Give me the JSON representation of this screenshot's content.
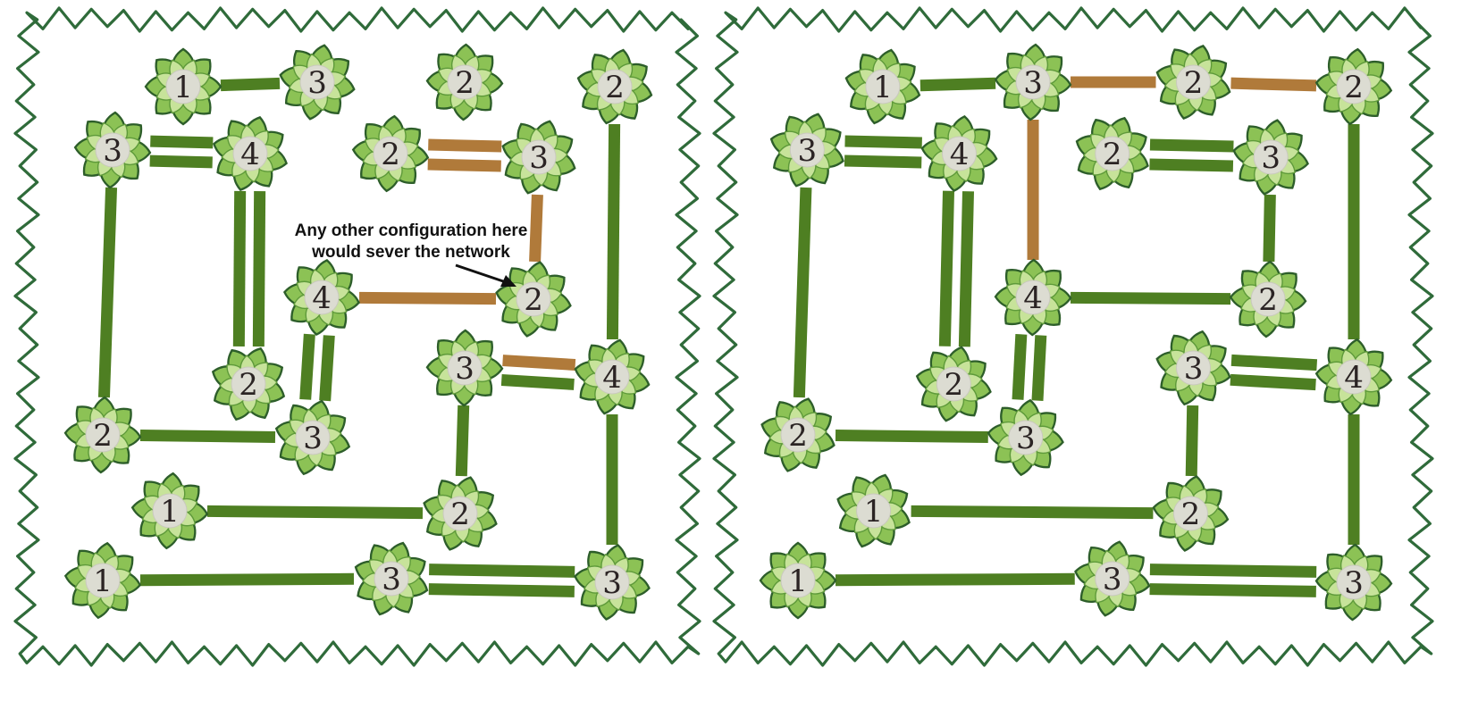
{
  "colors": {
    "background": "#ffffff",
    "border": "#2f6b3a",
    "bridge_green": "#4e7f22",
    "bridge_brown": "#b07a3a",
    "petal_outer": "#8cc255",
    "petal_inner": "#c7e39a",
    "petal_edge": "#2d5e2a",
    "center": "#dcdcd2",
    "number": "#2b2424",
    "annotation": "#111111"
  },
  "icons": {
    "node": "flower-node-icon",
    "border": "zigzag-grass-border-icon",
    "arrow": "arrow-icon"
  },
  "annotation": {
    "line1": "Any other configuration here",
    "line2": "would sever the network"
  },
  "panels": [
    {
      "name": "left-puzzle-panel",
      "nodes": [
        {
          "id": "a",
          "num": "1"
        },
        {
          "id": "b",
          "num": "3"
        },
        {
          "id": "c",
          "num": "2"
        },
        {
          "id": "d",
          "num": "2"
        },
        {
          "id": "e",
          "num": "3"
        },
        {
          "id": "f",
          "num": "4"
        },
        {
          "id": "g",
          "num": "2"
        },
        {
          "id": "h",
          "num": "3"
        },
        {
          "id": "i",
          "num": "4"
        },
        {
          "id": "j",
          "num": "2"
        },
        {
          "id": "k",
          "num": "2"
        },
        {
          "id": "l",
          "num": "3"
        },
        {
          "id": "m",
          "num": "4"
        },
        {
          "id": "n",
          "num": "2"
        },
        {
          "id": "o",
          "num": "3"
        },
        {
          "id": "p",
          "num": "1"
        },
        {
          "id": "q",
          "num": "2"
        },
        {
          "id": "r",
          "num": "1"
        },
        {
          "id": "s",
          "num": "3"
        },
        {
          "id": "t",
          "num": "3"
        }
      ],
      "bridges": [
        {
          "from": "a",
          "to": "b",
          "count": 1,
          "color": "green"
        },
        {
          "from": "e",
          "to": "f",
          "count": 2,
          "color": "green"
        },
        {
          "from": "g",
          "to": "h",
          "count": 1,
          "color": "brown"
        },
        {
          "from": "g",
          "to": "h",
          "count": 1,
          "color": "brown",
          "lane": 1
        },
        {
          "from": "h",
          "to": "k",
          "count": 1,
          "color": "brown"
        },
        {
          "from": "i",
          "to": "k",
          "count": 1,
          "color": "brown"
        },
        {
          "from": "d",
          "to": "m",
          "count": 1,
          "color": "green"
        },
        {
          "from": "e",
          "to": "n",
          "count": 1,
          "color": "green"
        },
        {
          "from": "f",
          "to": "j",
          "count": 2,
          "color": "green"
        },
        {
          "from": "i",
          "to": "o",
          "count": 2,
          "color": "green"
        },
        {
          "from": "l",
          "to": "m",
          "count": 1,
          "color": "brown"
        },
        {
          "from": "l",
          "to": "m",
          "count": 1,
          "color": "green",
          "lane": 1
        },
        {
          "from": "n",
          "to": "o",
          "count": 1,
          "color": "green"
        },
        {
          "from": "l",
          "to": "q",
          "count": 1,
          "color": "green"
        },
        {
          "from": "m",
          "to": "t",
          "count": 1,
          "color": "green"
        },
        {
          "from": "p",
          "to": "q",
          "count": 1,
          "color": "green"
        },
        {
          "from": "r",
          "to": "s",
          "count": 1,
          "color": "green"
        },
        {
          "from": "s",
          "to": "t",
          "count": 2,
          "color": "green"
        }
      ]
    },
    {
      "name": "right-puzzle-panel",
      "nodes": [
        {
          "id": "a",
          "num": "1"
        },
        {
          "id": "b",
          "num": "3"
        },
        {
          "id": "c",
          "num": "2"
        },
        {
          "id": "d",
          "num": "2"
        },
        {
          "id": "e",
          "num": "3"
        },
        {
          "id": "f",
          "num": "4"
        },
        {
          "id": "g",
          "num": "2"
        },
        {
          "id": "h",
          "num": "3"
        },
        {
          "id": "i",
          "num": "4"
        },
        {
          "id": "j",
          "num": "2"
        },
        {
          "id": "k",
          "num": "2"
        },
        {
          "id": "l",
          "num": "3"
        },
        {
          "id": "m",
          "num": "4"
        },
        {
          "id": "n",
          "num": "2"
        },
        {
          "id": "o",
          "num": "3"
        },
        {
          "id": "p",
          "num": "1"
        },
        {
          "id": "q",
          "num": "2"
        },
        {
          "id": "r",
          "num": "1"
        },
        {
          "id": "s",
          "num": "3"
        },
        {
          "id": "t",
          "num": "3"
        }
      ],
      "bridges": [
        {
          "from": "a",
          "to": "b",
          "count": 1,
          "color": "green"
        },
        {
          "from": "b",
          "to": "c",
          "count": 1,
          "color": "brown"
        },
        {
          "from": "c",
          "to": "d",
          "count": 1,
          "color": "brown"
        },
        {
          "from": "b",
          "to": "i",
          "count": 1,
          "color": "brown"
        },
        {
          "from": "e",
          "to": "f",
          "count": 2,
          "color": "green"
        },
        {
          "from": "g",
          "to": "h",
          "count": 2,
          "color": "green"
        },
        {
          "from": "h",
          "to": "k",
          "count": 1,
          "color": "green"
        },
        {
          "from": "i",
          "to": "k",
          "count": 1,
          "color": "green"
        },
        {
          "from": "d",
          "to": "m",
          "count": 1,
          "color": "green"
        },
        {
          "from": "e",
          "to": "n",
          "count": 1,
          "color": "green"
        },
        {
          "from": "f",
          "to": "j",
          "count": 2,
          "color": "green"
        },
        {
          "from": "i",
          "to": "o",
          "count": 2,
          "color": "green"
        },
        {
          "from": "l",
          "to": "m",
          "count": 2,
          "color": "green"
        },
        {
          "from": "n",
          "to": "o",
          "count": 1,
          "color": "green"
        },
        {
          "from": "l",
          "to": "q",
          "count": 1,
          "color": "green"
        },
        {
          "from": "m",
          "to": "t",
          "count": 1,
          "color": "green"
        },
        {
          "from": "p",
          "to": "q",
          "count": 1,
          "color": "green"
        },
        {
          "from": "r",
          "to": "s",
          "count": 1,
          "color": "green"
        },
        {
          "from": "s",
          "to": "t",
          "count": 2,
          "color": "green"
        }
      ]
    }
  ]
}
